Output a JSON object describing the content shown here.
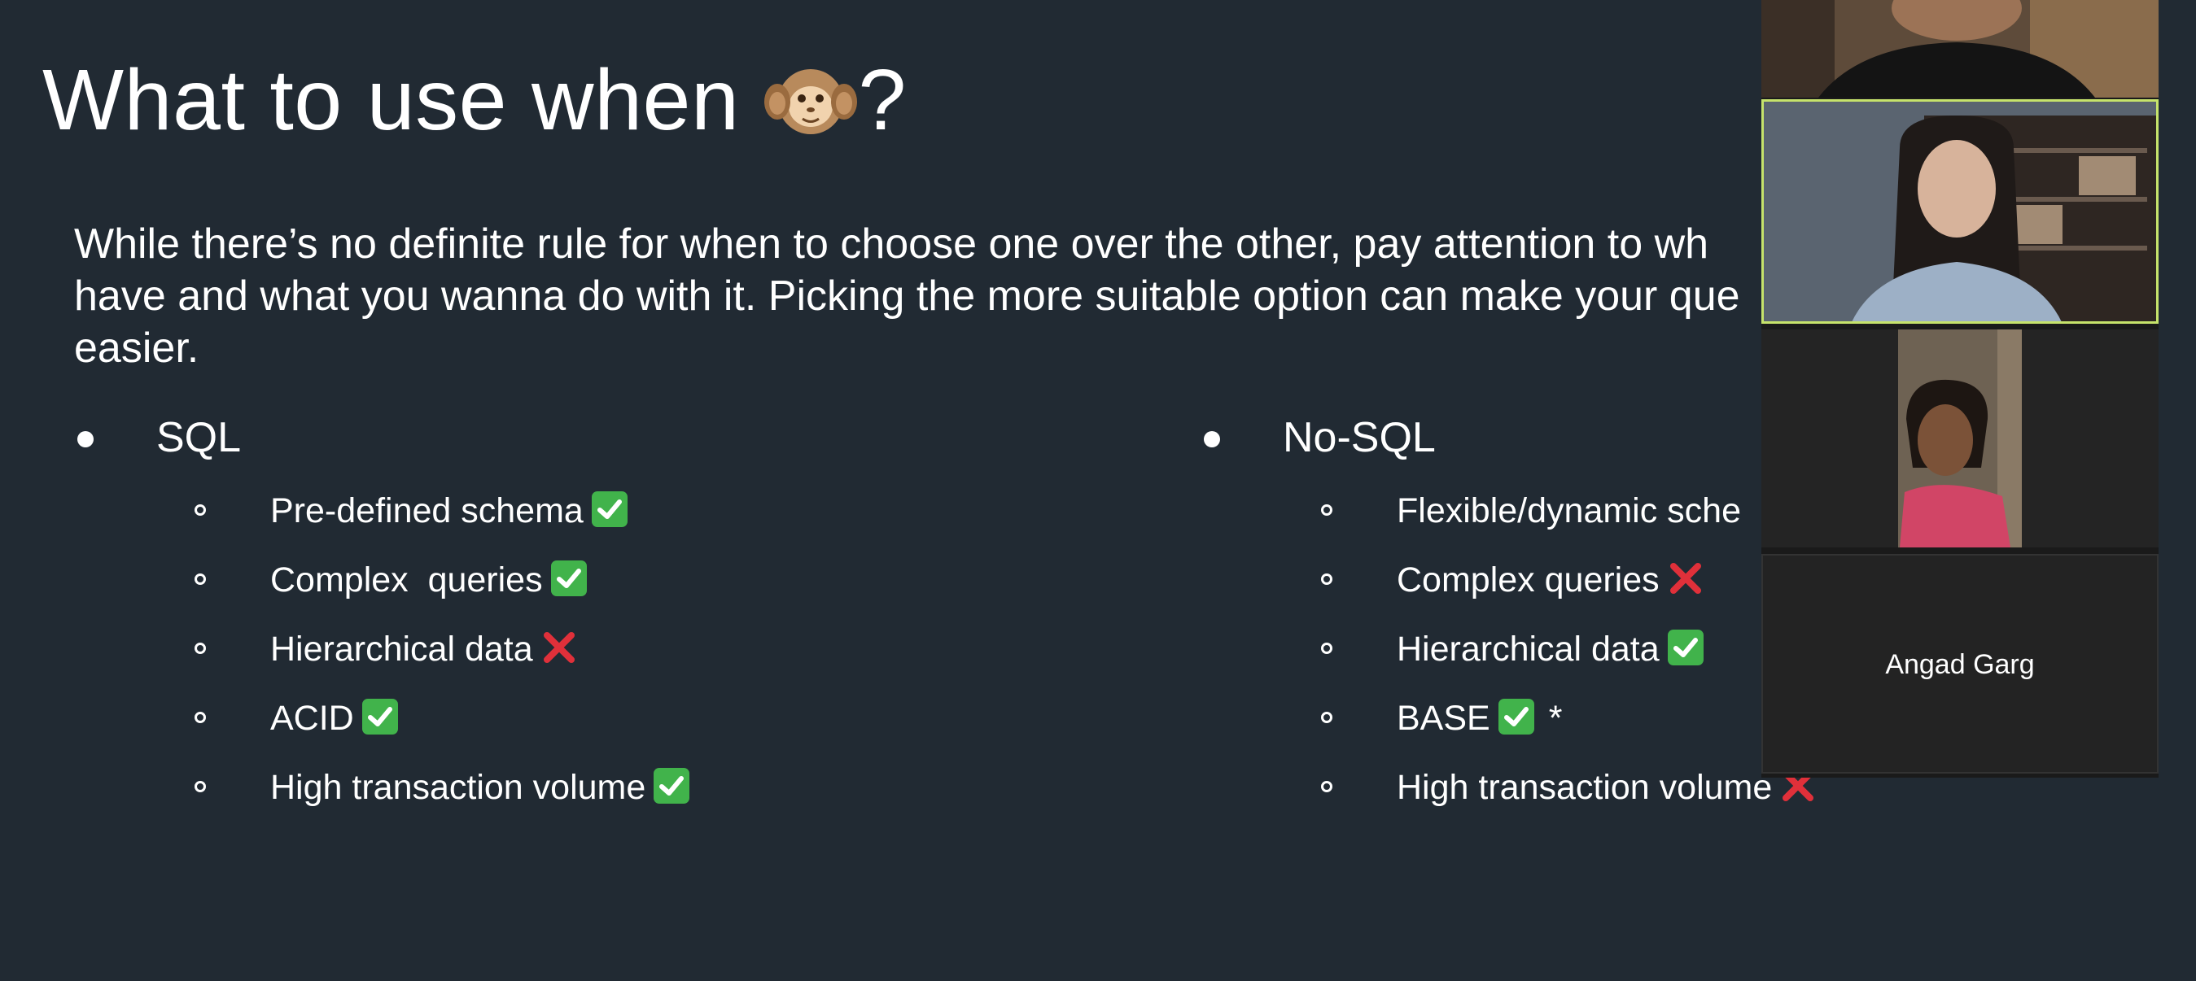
{
  "slide": {
    "title_prefix": "What to use when ",
    "title_suffix": "?",
    "intro": "While there’s no definite rule for when to choose one over the other, pay attention to wh\nhave and what you wanna do with it. Picking the more suitable option can make your que\neasier.",
    "sql": {
      "heading": "SQL",
      "items": [
        {
          "label": "Pre-defined schema",
          "mark": "check-icon"
        },
        {
          "label": "Complex  queries",
          "mark": "check-icon"
        },
        {
          "label": "Hierarchical data",
          "mark": "cross-icon"
        },
        {
          "label": "ACID",
          "mark": "check-icon"
        },
        {
          "label": "High transaction volume",
          "mark": "check-icon"
        }
      ]
    },
    "nosql": {
      "heading": "No-SQL",
      "items": [
        {
          "label": "Flexible/dynamic sche",
          "mark": ""
        },
        {
          "label": "Complex queries",
          "mark": "cross-icon"
        },
        {
          "label": "Hierarchical data",
          "mark": "check-icon"
        },
        {
          "label": "BASE",
          "mark": "check-icon",
          "suffix": "*"
        },
        {
          "label": "High transaction volume",
          "mark": "cross-icon"
        }
      ]
    }
  },
  "participants": [
    {
      "name": "",
      "icon": "video-feed-icon"
    },
    {
      "name": "",
      "icon": "video-feed-icon",
      "active_speaker": true
    },
    {
      "name": "",
      "icon": "video-feed-icon"
    },
    {
      "name": "Angad Garg",
      "icon": ""
    }
  ],
  "colors": {
    "background": "#212a33",
    "check": "#41b34b",
    "cross": "#e0303a",
    "active_speaker_border": "#c6e36b"
  }
}
